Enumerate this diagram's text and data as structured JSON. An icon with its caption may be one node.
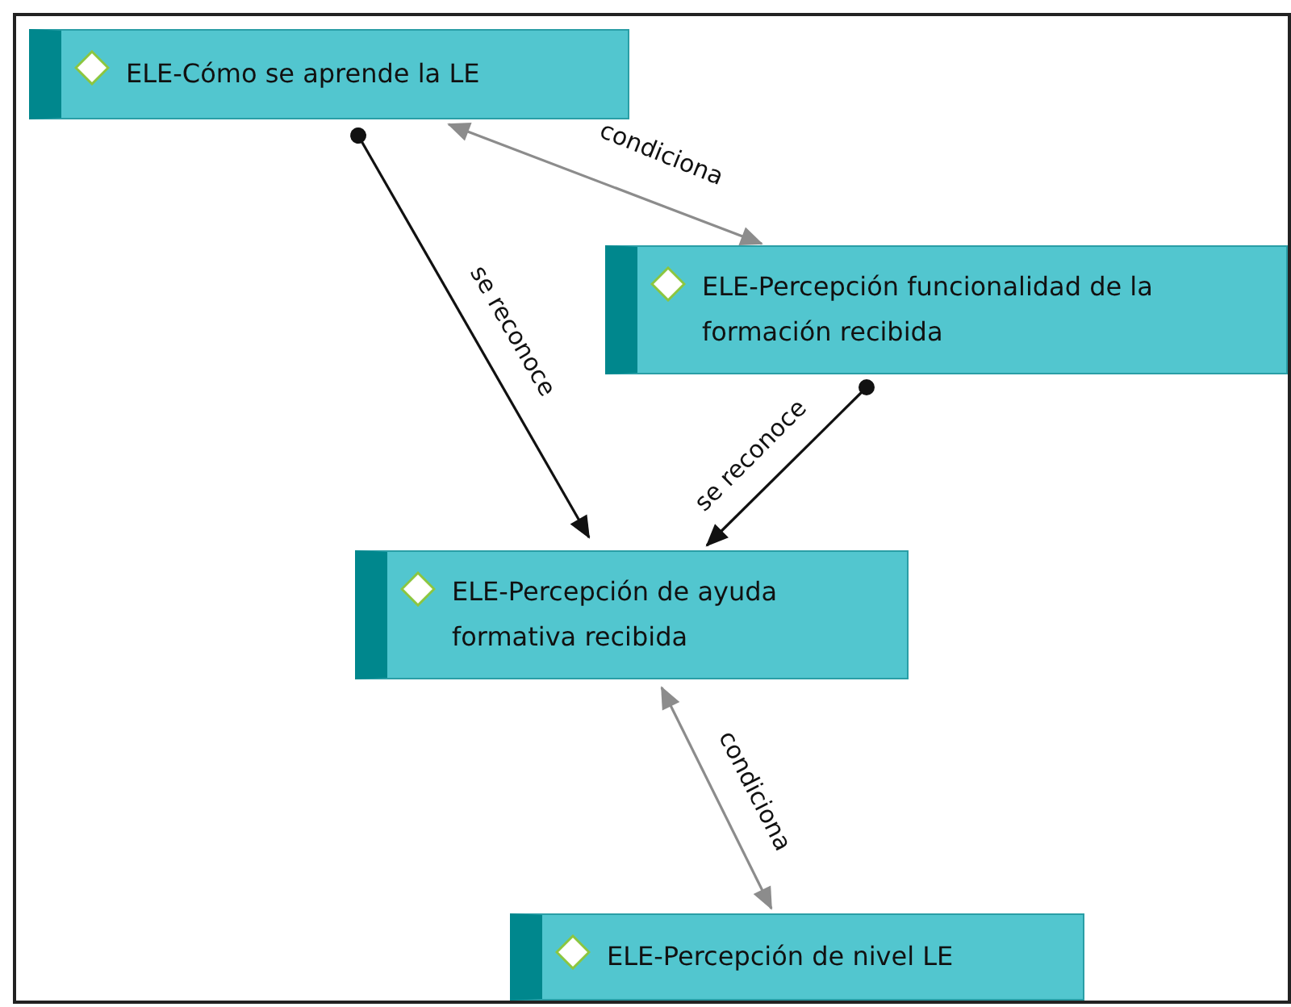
{
  "diagram": {
    "nodes": [
      {
        "text": [
          "ELE-Cómo se aprende la LE"
        ]
      },
      {
        "text": [
          "ELE-Percepción funcionalidad de la formación recibida"
        ]
      },
      {
        "text": [
          "ELE-Percepción de ayuda formativa recibida"
        ]
      },
      {
        "text": [
          "ELE-Percepción de nivel LE"
        ]
      }
    ],
    "edges": [
      {
        "from": 0,
        "to": 2,
        "arrow": "to",
        "label": "se reconoce"
      },
      {
        "from": 0,
        "to": 1,
        "arrow": "both",
        "label": "condiciona",
        "color": "#8c8c8c"
      },
      {
        "from": 1,
        "to": 2,
        "arrow": "to",
        "label": "se reconoce"
      },
      {
        "from": 2,
        "to": 3,
        "arrow": "both",
        "label": "condiciona",
        "color": "#8c8c8c"
      }
    ]
  }
}
